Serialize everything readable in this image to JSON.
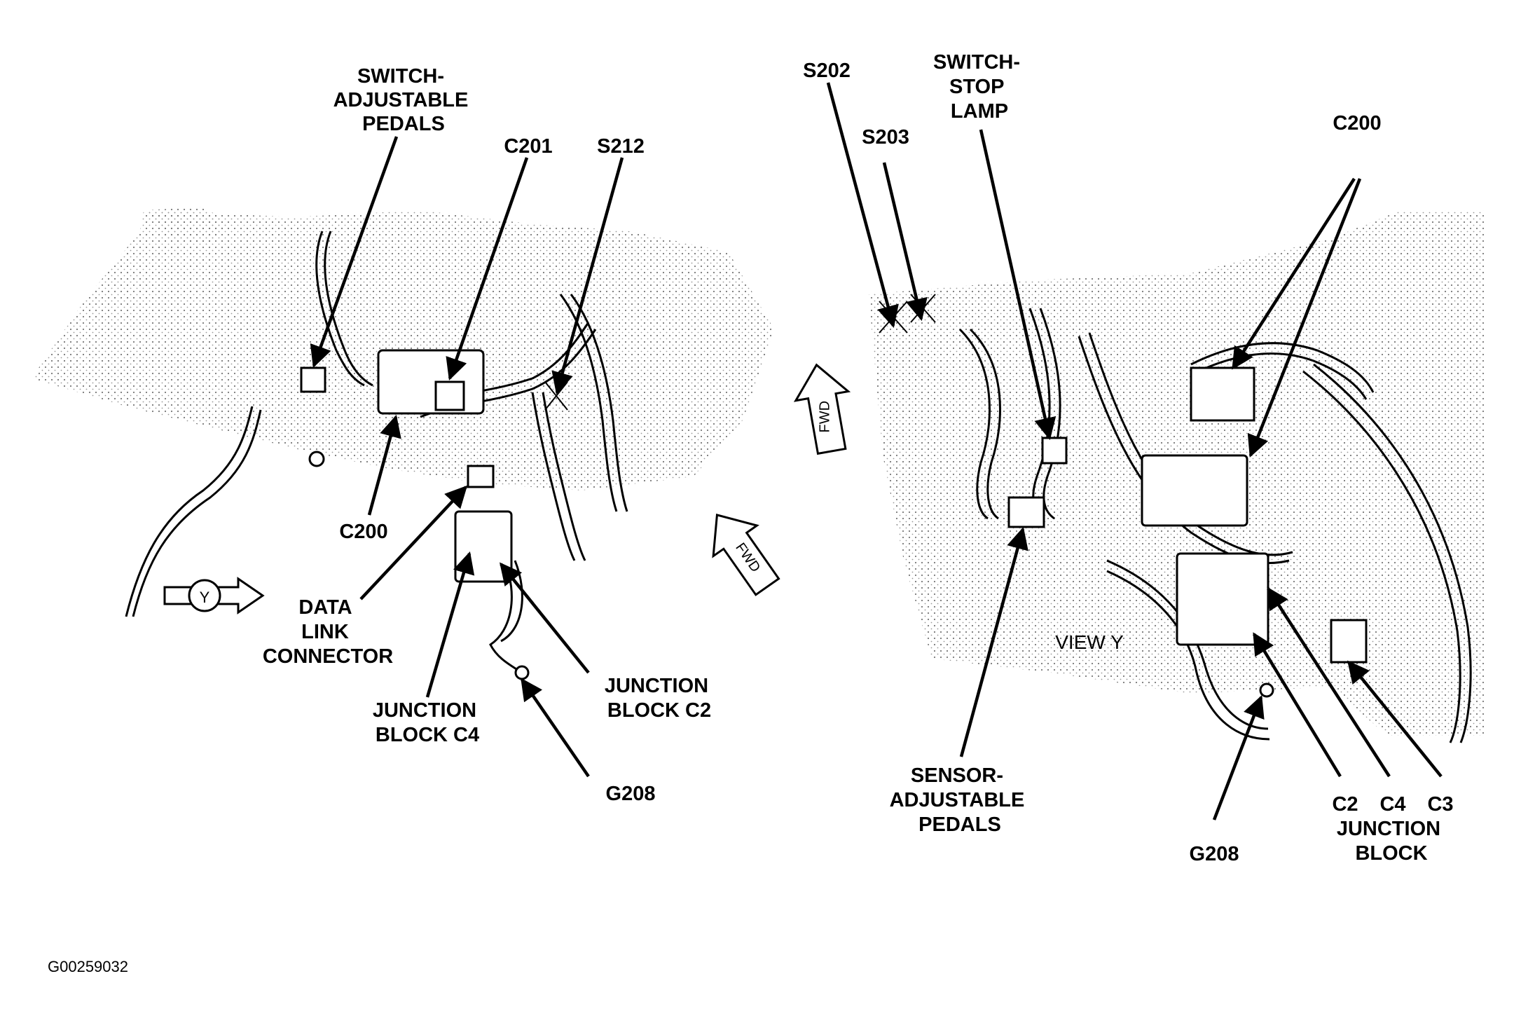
{
  "figure_id": "G00259032",
  "left_view": {
    "labels": {
      "switch_adjustable_pedals": [
        "SWITCH-",
        "ADJUSTABLE",
        "PEDALS"
      ],
      "c201": "C201",
      "s212": "S212",
      "c200": "C200",
      "data_link_connector": [
        "DATA",
        "LINK",
        "CONNECTOR"
      ],
      "junction_block_c4": [
        "JUNCTION",
        "BLOCK C4"
      ],
      "junction_block_c2": [
        "JUNCTION",
        "BLOCK C2"
      ],
      "g208": "G208"
    },
    "view_marker": "Y",
    "fwd_marker": "FWD"
  },
  "right_view": {
    "title": "VIEW Y",
    "labels": {
      "s202": "S202",
      "s203": "S203",
      "switch_stop_lamp": [
        "SWITCH-",
        "STOP",
        "LAMP"
      ],
      "c200": "C200",
      "sensor_adjustable_pedals": [
        "SENSOR-",
        "ADJUSTABLE",
        "PEDALS"
      ],
      "g208": "G208",
      "c2": "C2",
      "c4": "C4",
      "c3": "C3",
      "junction_block": [
        "JUNCTION",
        "BLOCK"
      ]
    },
    "fwd_marker": "FWD"
  }
}
